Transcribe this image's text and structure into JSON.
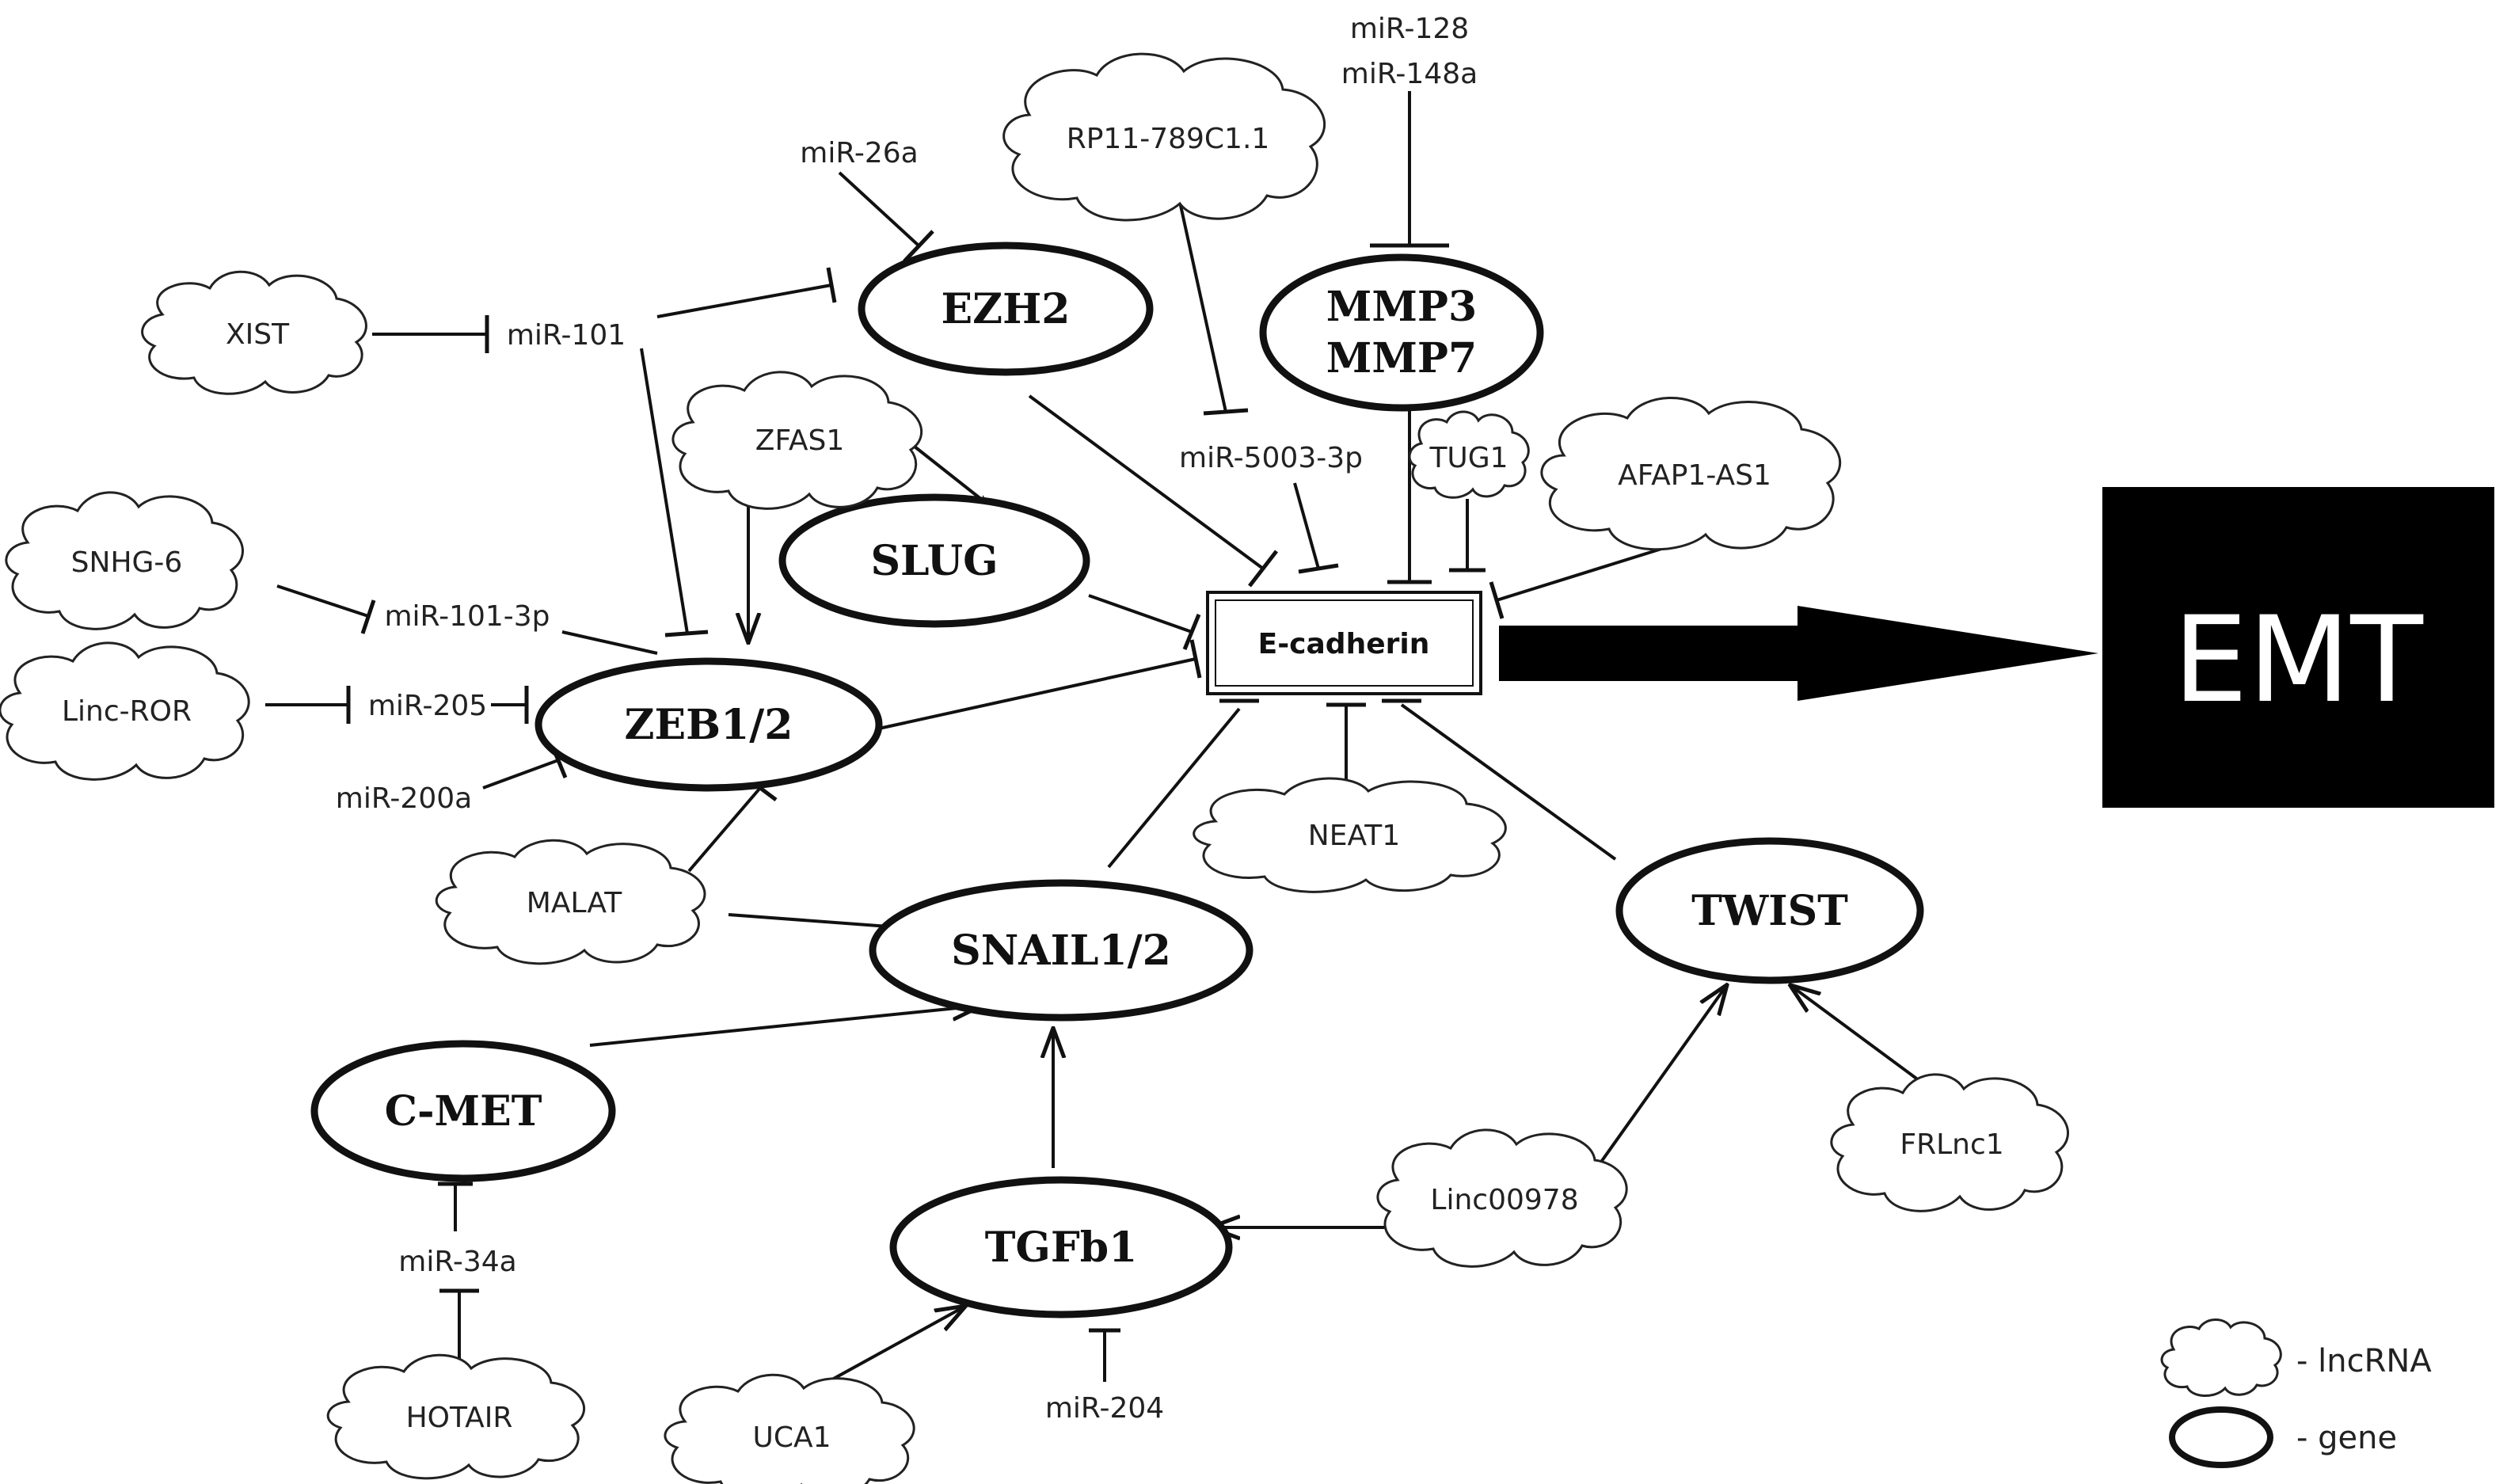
{
  "genes": {
    "ezh2": "EZH2",
    "mmp3": "MMP3",
    "mmp7": "MMP7",
    "slug": "SLUG",
    "zeb": "ZEB1/2",
    "snail": "SNAIL1/2",
    "twist": "TWIST",
    "cmet": "C-MET",
    "tgfb1": "TGFb1"
  },
  "central": {
    "ecadherin": "E-cadherin",
    "emt": "EMT"
  },
  "lncrnas": {
    "xist": "XIST",
    "rp11": "RP11-789C1.1",
    "zfas1": "ZFAS1",
    "tug1": "TUG1",
    "afap1": "AFAP1-AS1",
    "snhg6": "SNHG-6",
    "lincror": "Linc-ROR",
    "malat": "MALAT",
    "neat1": "NEAT1",
    "frlnc1": "FRLnc1",
    "linc00978": "Linc00978",
    "hotair": "HOTAIR",
    "uca1": "UCA1"
  },
  "mirnas": {
    "mir26a": "miR-26a",
    "mir101": "miR-101",
    "mir128": "miR-128",
    "mir148a": "miR-148a",
    "mir5003": "miR-5003-3p",
    "mir101_3p": "miR-101-3p",
    "mir205": "miR-205",
    "mir200a": "miR-200a",
    "mir34a": "miR-34a",
    "mir204": "miR-204"
  },
  "legend": {
    "lncrna": "- lncRNA",
    "gene": "- gene"
  }
}
